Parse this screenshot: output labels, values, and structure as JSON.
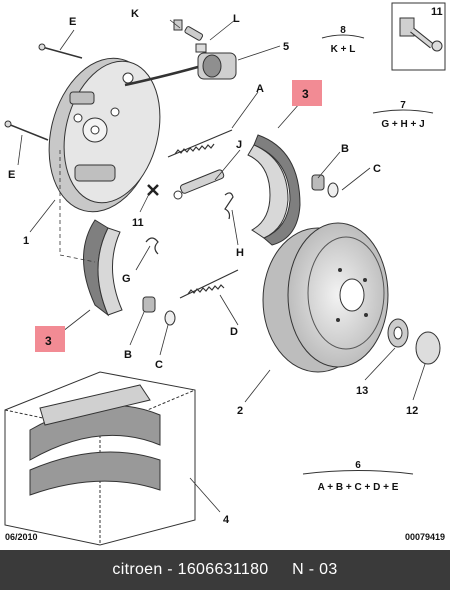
{
  "callouts": {
    "n1": "1",
    "n2": "2",
    "n3a": "3",
    "n3b": "3",
    "n4": "4",
    "n5": "5",
    "n11a": "11",
    "n11b": "11",
    "n12": "12",
    "n13": "13",
    "A": "A",
    "B1": "B",
    "B2": "B",
    "C1": "C",
    "C2": "C",
    "D": "D",
    "E1": "E",
    "E2": "E",
    "G": "G",
    "H": "H",
    "J": "J",
    "K": "K",
    "L": "L"
  },
  "kits": {
    "kit6": {
      "num": "6",
      "parts": "A + B + C + D + E"
    },
    "kit7": {
      "num": "7",
      "parts": "G + H + J"
    },
    "kit8": {
      "num": "8",
      "parts": "K + L"
    }
  },
  "footer": {
    "date": "06/2010",
    "ref": "00079419",
    "caption": "citroen - 1606631180     N - 03"
  },
  "colors": {
    "highlight": "#f28b94",
    "footer_bg": "#3a3a3a",
    "part_fill": "#d9d9d9",
    "part_dark": "#8c8c8c"
  }
}
